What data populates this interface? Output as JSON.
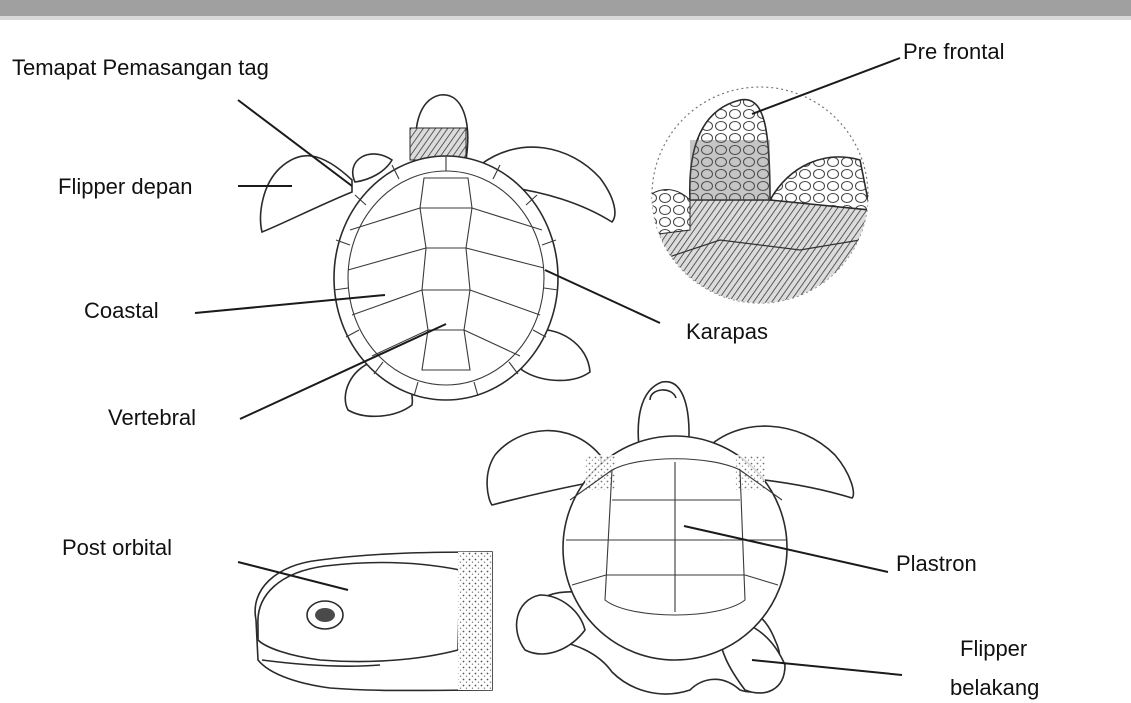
{
  "labels": {
    "tag_site": "Temapat Pemasangan tag",
    "front_flipper": "Flipper depan",
    "costal": "Coastal",
    "vertebral": "Vertebral",
    "post_orbital": "Post orbital",
    "pre_frontal": "Pre frontal",
    "carapace": "Karapas",
    "plastron": "Plastron",
    "rear_flipper_line1": "Flipper",
    "rear_flipper_line2": "belakang"
  },
  "colors": {
    "ink": "#2a2a2a",
    "shade": "#4a4a4a",
    "background": "#ffffff",
    "header_band": "#9a9a9a"
  }
}
